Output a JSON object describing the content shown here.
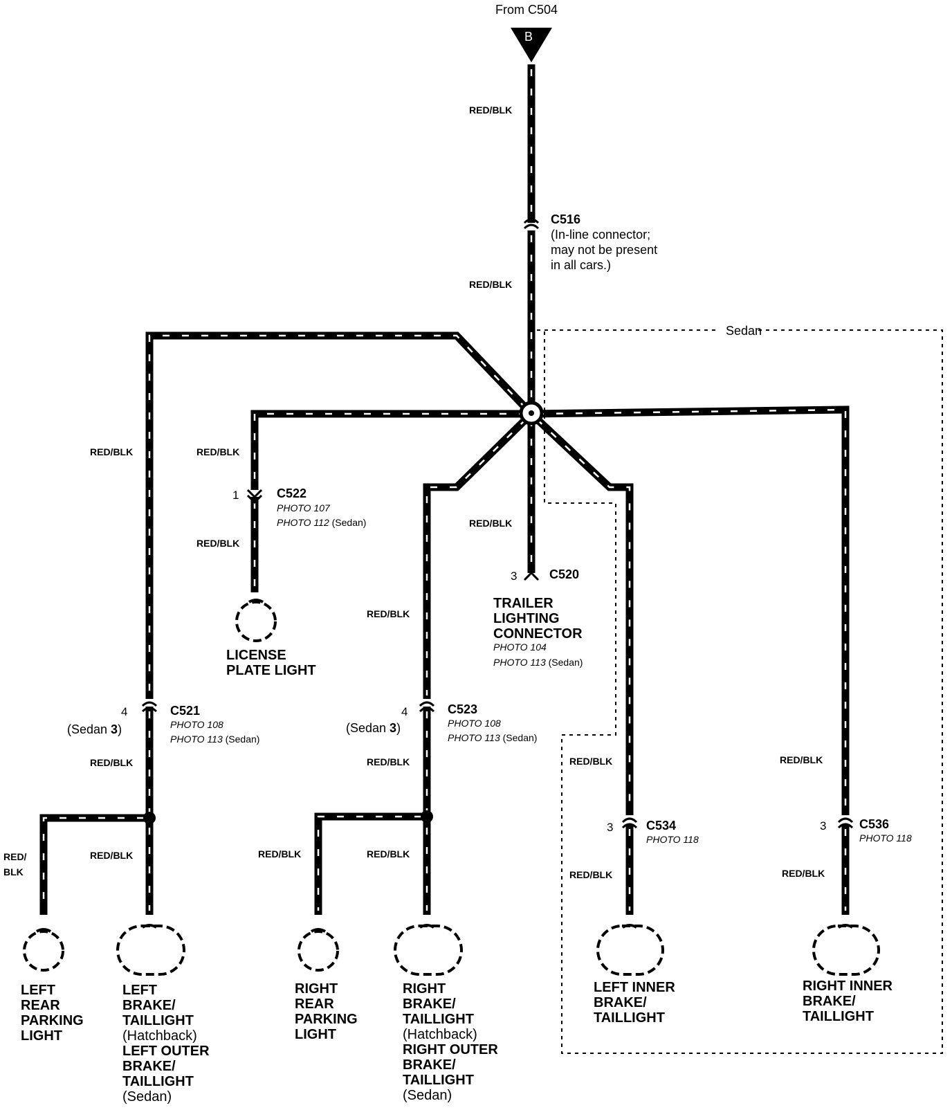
{
  "top": {
    "from_label": "From C504",
    "ground_letter": "B"
  },
  "region_label": "Sedan",
  "wire_color": "RED/BLK",
  "c516": {
    "id": "C516",
    "note_lines": [
      "(In-line connector;",
      "may not be present",
      "in all cars.)"
    ]
  },
  "c522": {
    "pin": "1",
    "id": "C522",
    "photo1": "PHOTO 107",
    "photo2": "PHOTO 112",
    "photo2_suffix": " (Sedan)"
  },
  "c520": {
    "pin": "3",
    "id": "C520",
    "photo1": "PHOTO 104",
    "photo2": "PHOTO 113",
    "photo2_suffix": " (Sedan)"
  },
  "c521": {
    "pin": "4",
    "alt_pin_text": "(Sedan ",
    "alt_pin_num": "3",
    "alt_pin_close": ")",
    "id": "C521",
    "photo1": "PHOTO 108",
    "photo2": "PHOTO 113",
    "photo2_suffix": " (Sedan)"
  },
  "c523": {
    "pin": "4",
    "alt_pin_text": "(Sedan ",
    "alt_pin_num": "3",
    "alt_pin_close": ")",
    "id": "C523",
    "photo1": "PHOTO 108",
    "photo2": "PHOTO 113",
    "photo2_suffix": " (Sedan)"
  },
  "c534": {
    "pin": "3",
    "id": "C534",
    "photo1": "PHOTO 118"
  },
  "c536": {
    "pin": "3",
    "id": "C536",
    "photo1": "PHOTO 118"
  },
  "components": {
    "license_plate": [
      "LICENSE",
      "PLATE LIGHT"
    ],
    "trailer": [
      "TRAILER",
      "LIGHTING",
      "CONNECTOR"
    ],
    "left_rear_parking": [
      "LEFT",
      "REAR",
      "PARKING",
      "LIGHT"
    ],
    "left_brake": [
      "LEFT",
      "BRAKE/",
      "TAILLIGHT",
      "(Hatchback)",
      "LEFT OUTER",
      "BRAKE/",
      "TAILLIGHT",
      "(Sedan)"
    ],
    "right_rear_parking": [
      "RIGHT",
      "REAR",
      "PARKING",
      "LIGHT"
    ],
    "right_brake": [
      "RIGHT",
      "BRAKE/",
      "TAILLIGHT",
      "(Hatchback)",
      "RIGHT OUTER",
      "BRAKE/",
      "TAILLIGHT",
      "(Sedan)"
    ],
    "left_inner": [
      "LEFT INNER",
      "BRAKE/",
      "TAILLIGHT"
    ],
    "right_inner": [
      "RIGHT INNER",
      "BRAKE/",
      "TAILLIGHT"
    ]
  }
}
